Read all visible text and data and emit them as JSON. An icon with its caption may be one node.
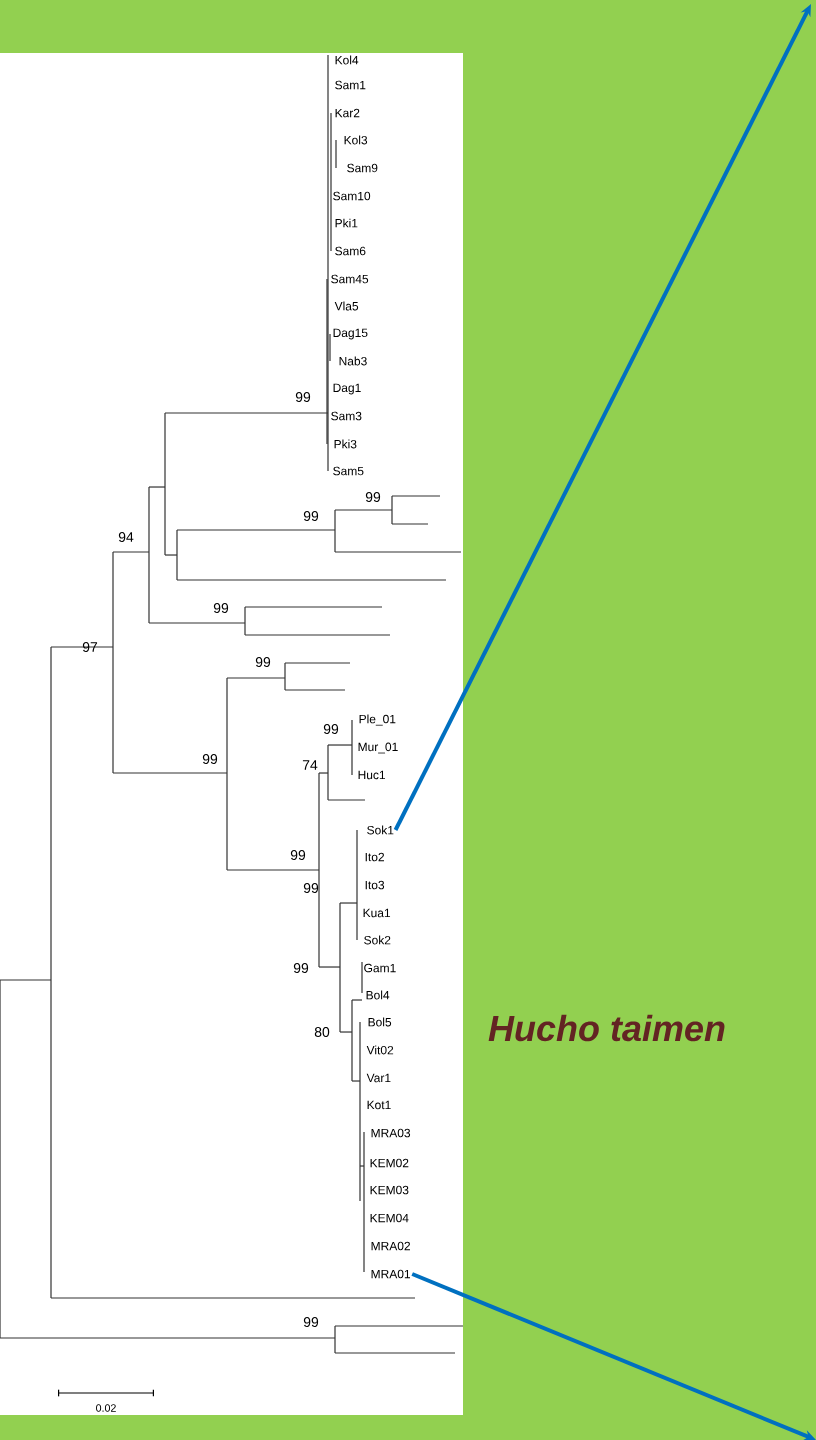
{
  "diagram": {
    "nodes": [
      {
        "text": [
          "Sok1"
        ]
      },
      {
        "text": [
          "MRA01"
        ]
      }
    ],
    "edges": [
      {
        "from": 0,
        "to": null,
        "arrow": "to"
      },
      {
        "from": 1,
        "to": null,
        "arrow": "to"
      }
    ],
    "labels": [
      "Kol4",
      "Sam1",
      "Kar2",
      "Kol3",
      "Sam9",
      "Sam10",
      "Pki1",
      "Sam6",
      "Sam45",
      "Vla5",
      "Dag15",
      "Nab3",
      "Dag1",
      "99",
      "Sam3",
      "Pki3",
      "Sam5",
      "99",
      "99",
      "94",
      "99",
      "97",
      "99",
      "Ple_01",
      "99",
      "Mur_01",
      "99",
      "74",
      "Huc1",
      "Ito2",
      "99",
      "Ito3",
      "99",
      "Kua1",
      "Sok2",
      "Gam1",
      "99",
      "Bol4",
      "80",
      "Hucho taimen",
      "Bol5",
      "Vit02",
      "Var1",
      "Kot1",
      "MRA03",
      "KEM02",
      "KEM03",
      "KEM04",
      "MRA02",
      "99",
      "0.02"
    ]
  }
}
